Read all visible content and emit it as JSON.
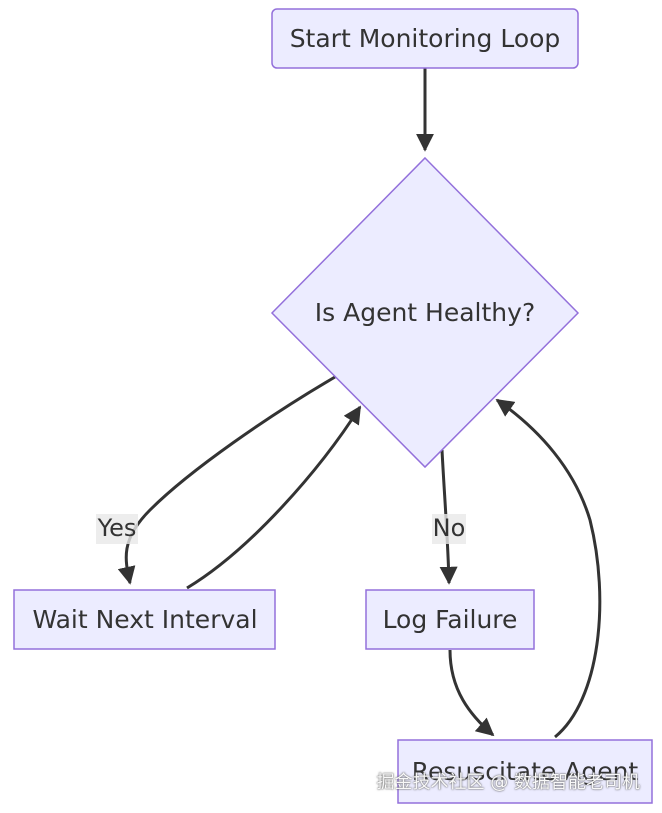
{
  "diagram": {
    "nodes": {
      "start": "Start Monitoring Loop",
      "decision": "Is Agent Healthy?",
      "wait": "Wait Next Interval",
      "log": "Log Failure",
      "resuscitate": "Resuscitate Agent"
    },
    "edges": {
      "yes_label": "Yes",
      "no_label": "No"
    }
  },
  "watermark": "掘金技术社区 @ 数据智能老司机",
  "colors": {
    "node_fill": "#ECECFF",
    "node_stroke": "#9370DB",
    "edge": "#333333",
    "text": "#333333"
  }
}
